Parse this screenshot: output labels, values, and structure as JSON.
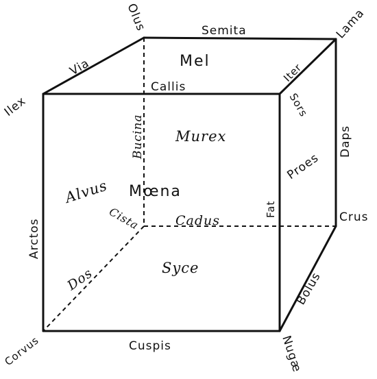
{
  "vertices": {
    "front_top_left": "Ilex",
    "back_top_left": "Olus",
    "back_top_right": "Lama",
    "back_bottom_right": "Crus",
    "front_bottom_left": "Corvus",
    "front_bottom_right": "Nugæ"
  },
  "edges": {
    "back_top": "Semita",
    "left_top": "Via",
    "front_top": "Callis",
    "right_top": "Iter",
    "front_right": "Sors",
    "back_right": "Daps",
    "front_left": "Arctos",
    "back_left_hidden": "Bucina",
    "back_bottom_hidden": "Cadus",
    "left_bottom_hidden": "Dos",
    "front_bottom": "Cuspis",
    "right_bottom": "Bolus"
  },
  "faces": {
    "top": "Mel",
    "back": "Murex",
    "left": "Alvus",
    "center": "Mœna",
    "right": "Proes",
    "bottom": "Syce"
  },
  "points": {
    "back_bottom_left": "Cista",
    "right_face_point": "Fat"
  }
}
